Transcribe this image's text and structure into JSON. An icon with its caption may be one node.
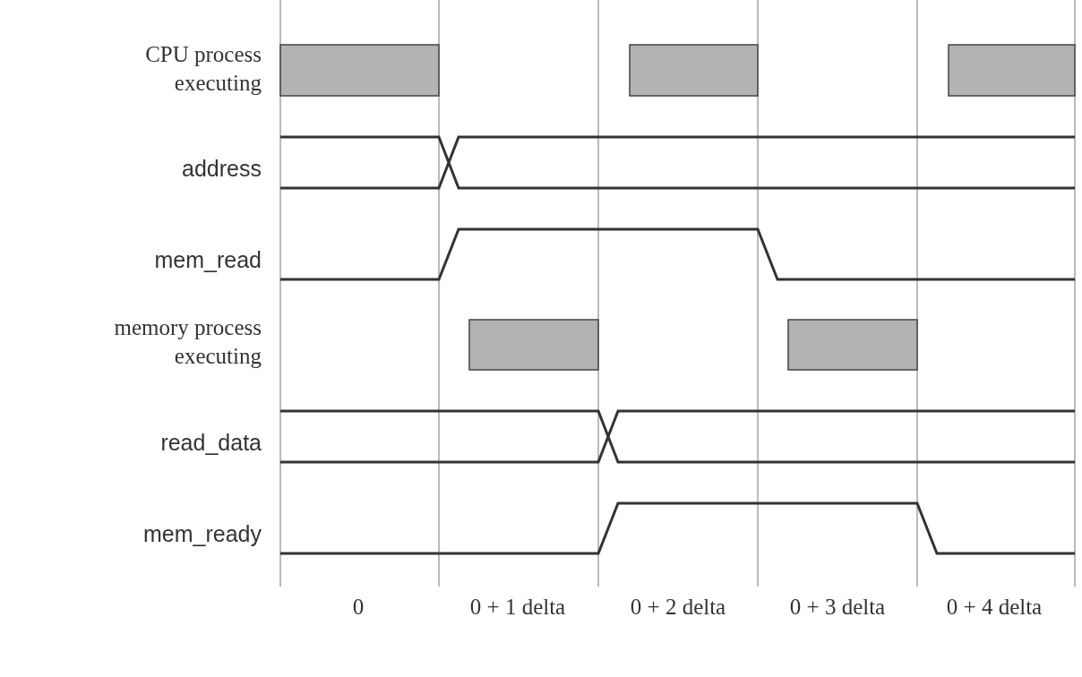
{
  "diagram": {
    "labels": [
      "CPU process executing",
      "address",
      "mem_read",
      "memory process executing",
      "read_data",
      "mem_ready",
      "0",
      "0 + 1 delta",
      "0 + 2 delta",
      "0 + 3 delta",
      "0 + 4 delta"
    ]
  }
}
